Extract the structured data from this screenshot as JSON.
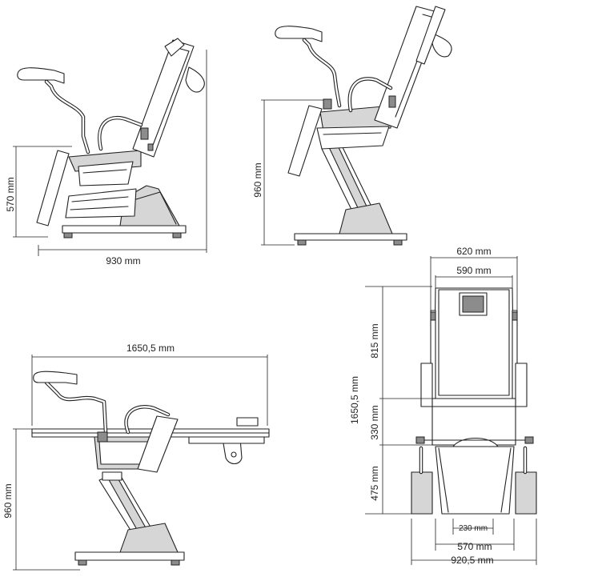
{
  "dimensions": {
    "side_seat_height": "570 mm",
    "side_length": "930 mm",
    "raised_height": "960 mm",
    "flat_length": "1650,5 mm",
    "flat_height": "960 mm",
    "top_outer_width": "620 mm",
    "top_inner_width": "590 mm",
    "top_total_length": "1650,5 mm",
    "top_backrest_length": "815 mm",
    "top_seat_length": "330 mm",
    "top_leg_length": "475 mm",
    "top_leg_inner": "230 mm",
    "top_leg_width": "570 mm",
    "top_overall_width": "920,5 mm"
  }
}
